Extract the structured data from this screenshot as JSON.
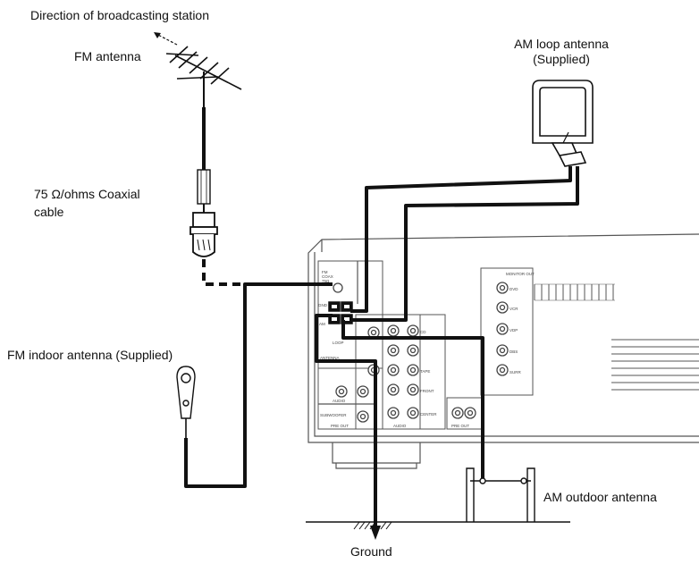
{
  "labels": {
    "direction": "Direction of broadcasting station",
    "fm_antenna": "FM antenna",
    "am_loop_line1": "AM loop antenna",
    "am_loop_line2": "(Supplied)",
    "coax_line1": "75 Ω/ohms Coaxial",
    "coax_line2": "cable",
    "fm_indoor": "FM indoor antenna (Supplied)",
    "am_outdoor": "AM outdoor antenna",
    "ground": "Ground"
  },
  "panel_text": {
    "fm_coax_1": "FM",
    "fm_coax_2": "COAX",
    "fm_coax_3": "75Ω",
    "am": "AM",
    "loop": "LOOP",
    "antenna": "ANTENNA",
    "audio_left": "AUDIO",
    "subwoofer": "SUBWOOFER",
    "pre_out_left": "PRE OUT",
    "audio_mid": "AUDIO",
    "pre_out_right": "PRE OUT",
    "monitor_out": "MONITOR OUT",
    "dvd": "DVD",
    "vcr": "VCR",
    "vdp": "VDP",
    "dbs": "DBS",
    "cd": "CD",
    "tape": "TAPE",
    "front": "FRONT",
    "center": "CENTER",
    "surr": "SURR",
    "gnd": "GND"
  },
  "colors": {
    "line": "#111111",
    "panel": "#555555",
    "fill": "#ffffff"
  }
}
